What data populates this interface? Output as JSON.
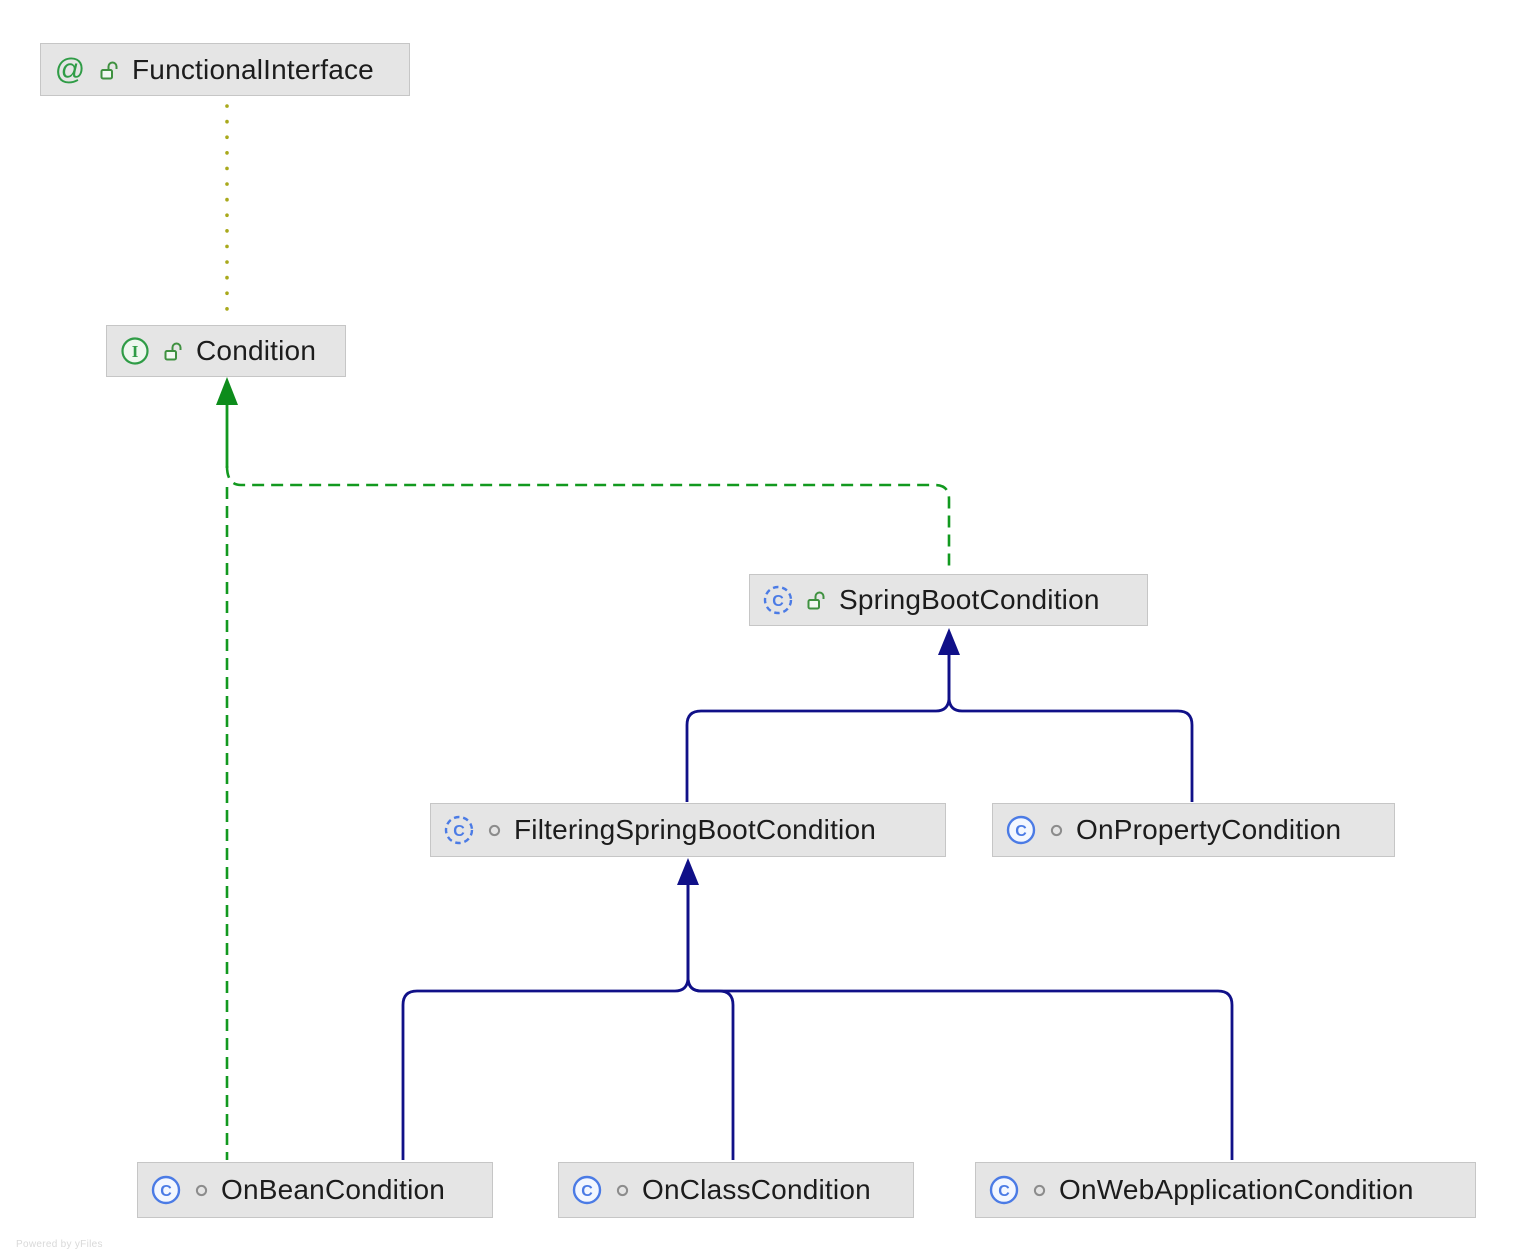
{
  "diagram": {
    "watermark": "Powered by yFiles",
    "nodes": {
      "functionalInterface": {
        "label": "FunctionalInterface",
        "kind": "annotation",
        "visibility": "public"
      },
      "condition": {
        "label": "Condition",
        "kind": "interface",
        "visibility": "public"
      },
      "springBootCondition": {
        "label": "SpringBootCondition",
        "kind": "abstract-class",
        "visibility": "public"
      },
      "filteringSpringBootCondition": {
        "label": "FilteringSpringBootCondition",
        "kind": "abstract-class",
        "visibility": "package-private"
      },
      "onPropertyCondition": {
        "label": "OnPropertyCondition",
        "kind": "class",
        "visibility": "package-private"
      },
      "onBeanCondition": {
        "label": "OnBeanCondition",
        "kind": "class",
        "visibility": "package-private"
      },
      "onClassCondition": {
        "label": "OnClassCondition",
        "kind": "class",
        "visibility": "package-private"
      },
      "onWebApplicationCondition": {
        "label": "OnWebApplicationCondition",
        "kind": "class",
        "visibility": "package-private"
      }
    },
    "edges": [
      {
        "from": "Condition",
        "to": "FunctionalInterface",
        "type": "annotated-with",
        "style": "dotted",
        "color": "#a9a91c"
      },
      {
        "from": "SpringBootCondition",
        "to": "Condition",
        "type": "implements",
        "style": "dashed",
        "color": "#12991f"
      },
      {
        "from": "OnBeanCondition",
        "to": "Condition",
        "type": "implements",
        "style": "dashed",
        "color": "#12991f"
      },
      {
        "from": "FilteringSpringBootCondition",
        "to": "SpringBootCondition",
        "type": "extends",
        "style": "solid",
        "color": "#101088"
      },
      {
        "from": "OnPropertyCondition",
        "to": "SpringBootCondition",
        "type": "extends",
        "style": "solid",
        "color": "#101088"
      },
      {
        "from": "OnBeanCondition",
        "to": "FilteringSpringBootCondition",
        "type": "extends",
        "style": "solid",
        "color": "#101088"
      },
      {
        "from": "OnClassCondition",
        "to": "FilteringSpringBootCondition",
        "type": "extends",
        "style": "solid",
        "color": "#101088"
      },
      {
        "from": "OnWebApplicationCondition",
        "to": "FilteringSpringBootCondition",
        "type": "extends",
        "style": "solid",
        "color": "#101088"
      }
    ],
    "colors": {
      "node_background": "#e5e5e5",
      "node_border": "#c6c6c6",
      "node_text": "#1c1c1c",
      "edge_green": "#12991f",
      "edge_navy": "#101088",
      "edge_olive_dotted": "#a9a91c",
      "icon_green": "#2f9c46",
      "icon_blue": "#4b7be5",
      "icon_gray": "#8c8c8c"
    }
  }
}
